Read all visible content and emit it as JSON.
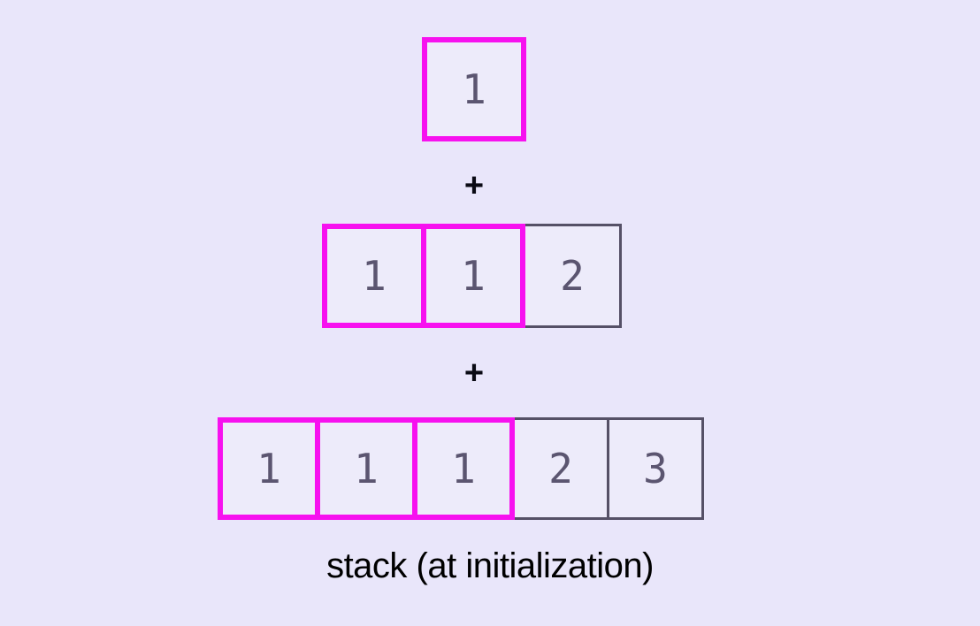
{
  "diagram": {
    "title": "stack (at initialization)",
    "colors": {
      "background": "#e9e6fa",
      "cell_fill": "#edebfa",
      "highlight_border": "#f711ef",
      "normal_border": "#555066",
      "digit_text": "#5b5570",
      "caption_text": "#000000",
      "plus_text": "#0a0a14"
    },
    "operator": "+",
    "rows": [
      {
        "name": "row-1",
        "highlighted_cells": [
          "1"
        ],
        "normal_cells": []
      },
      {
        "name": "row-2",
        "highlighted_cells": [
          "1",
          "1"
        ],
        "normal_cells": [
          "2"
        ]
      },
      {
        "name": "row-3",
        "highlighted_cells": [
          "1",
          "1",
          "1"
        ],
        "normal_cells": [
          "2",
          "3"
        ]
      }
    ]
  }
}
